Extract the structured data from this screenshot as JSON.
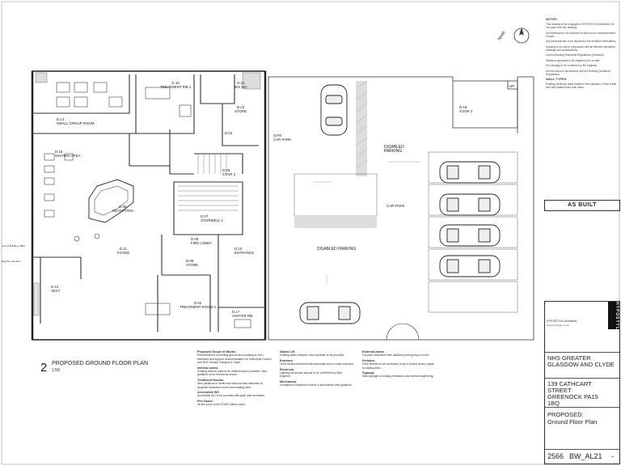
{
  "drawing": {
    "title_number": "2",
    "title": "PROPOSED GROUND FLOOR PLAN",
    "scale": "1:50",
    "north": "North"
  },
  "rooms": {
    "small_group_room": "D.14\nSMALL GROUP ROOM",
    "treatment_1": "D.16\nTREATMENT RM 1",
    "dis_wc": "D.21\nDIS WC",
    "store": "D.22\nSTORE",
    "store2": "D.02",
    "waiting": "D.15\nWAITING AREA",
    "gym_car_park": "GYM\nCAR PARK",
    "reception": "D.09\nRECEPTION",
    "stair1": "D.07\nSTAIRWELL 1",
    "stair2": "D.05\nSTAIR 2",
    "foyer": "D.11\nFOYER",
    "fire_lobby": "D.08\nFIRE LOBBY",
    "entrance": "D.10\nENTRANCE",
    "store_d06": "D.06\nSTORE",
    "treatment_2": "D.03\nTREATMENT ROOM 2",
    "visitor_rm": "D.17\nVISITOR RM",
    "vest": "D.12\nVEST",
    "stair_3": "D.18\nSTAIR 3",
    "disabled_parking_top": "DISABLED\nPARKING",
    "disabled_parking_mid": "DISABLED PARKING",
    "car_park": "CAR PARK",
    "up": "UP"
  },
  "side_notes": {
    "left_note": "Line of Building (TBC)",
    "left_note2": "New fire exit door"
  },
  "notes": {
    "heading": "NOTES",
    "paras": [
      "This drawing is the copyright of HYPOSTYLE Architects. Do not scale from this drawing.",
      "All dimensions to be checked on site prior to commencement of work.",
      "Any discrepancies to be reported to the architect immediately.",
      "Drawing to be read in conjunction with all relevant consultant drawings and specifications.",
      "Current Building Standards Regulations (Scotland).",
      "Statutory approvals to be obtained prior to start.",
      "Fire strategy to be confirmed by fire engineer.",
      "All new works in accordance with the Building (Scotland) Regulations."
    ],
    "wall_types_heading": "WALL TYPES",
    "wall_type_text": "Existing blockwork walls retained. New partitions 70mm metal stud with plasterboard both sides."
  },
  "asbuilt": "AS BUILT",
  "title_block": {
    "logo": "HYPOSTYLE",
    "firm": "HYPOSTYLE Architects",
    "firm_web": "www.hypostyle.co.uk",
    "client": "NHS GREATER GLASGOW AND CLYDE",
    "address": "139 CATHCART STREET GREENOCK PA15 1BQ",
    "stage": "PROPOSED:",
    "sheet_title": "Ground Floor Plan",
    "job_no": "2566",
    "drawing_no": "BW_AL21",
    "rev": "-"
  },
  "spec": {
    "col1": [
      {
        "h": "Proposed Scope of Works",
        "t": "Refurbishment of existing ground floor building to form treatment and support accommodation for Inverclyde Council and NHS Greater Glasgow & Clyde."
      },
      {
        "h": "Internal works",
        "t": "Existing internal walls to be retained where possible. New partitions to be formed as shown."
      },
      {
        "h": "Treatment Rooms",
        "t": "New partitions in metal stud with acoustic insulation to separate treatment rooms from waiting area."
      },
      {
        "h": "Accessible WC",
        "t": "Accessible WC to be provided with grab rails and alarm."
      },
      {
        "h": "Fire Doors",
        "t": "All fire doors to be FD30S unless noted."
      }
    ],
    "col2": [
      {
        "h": "Stairs/ Lift",
        "t": "Existing stairs retained; new handrails to be provided."
      },
      {
        "h": "Entrance",
        "t": "Level access threshold with automatic door to main entrance."
      },
      {
        "h": "Electrical",
        "t": "Lighting and power layouts to be confirmed by M&E engineer."
      },
      {
        "h": "Mechanical",
        "t": "Ventilation to treatment rooms in accordance with guidance."
      }
    ],
    "col3": [
      {
        "h": "External works",
        "t": "Car park resurfaced with disabled parking bays to front."
      },
      {
        "h": "Finishes",
        "t": "Floor finishes to be confirmed; vinyl in clinical areas, carpet to waiting area."
      },
      {
        "h": "Signage",
        "t": "New signage to building entrances and internal wayfinding."
      }
    ]
  }
}
